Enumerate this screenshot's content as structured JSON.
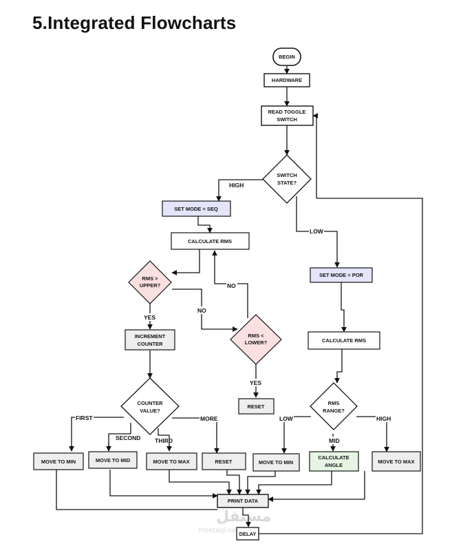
{
  "title": "5.Integrated Flowcharts",
  "colors": {
    "stroke": "#111111",
    "fill_default": "#ffffff",
    "fill_gray": "#eeeeee",
    "fill_blue": "#e4e4fa",
    "fill_pink": "#fbe0e0",
    "fill_green": "#e6f5e4",
    "watermark": "#d9d9d9"
  },
  "nodes": {
    "begin": "BEGIN",
    "hardware": "HARDWARE",
    "read_toggle": [
      "READ TOGGLE",
      "SWITCH"
    ],
    "switch_state": [
      "SWITCH",
      "STATE?"
    ],
    "set_mode_seq": "SET MODE = SEQ",
    "calc_rms_left": "CALCULATE RMS",
    "rms_upper": [
      "RMS >",
      "UPPER?"
    ],
    "increment_counter": [
      "INCREMENT",
      "COUNTER"
    ],
    "rms_lower": [
      "RMS <",
      "LOWER?"
    ],
    "reset_right": "RESET",
    "counter_value": [
      "COUNTER",
      "VALUE?"
    ],
    "move_min_left": "MOVE TO MIN",
    "move_mid_left": "MOVE TO MID",
    "move_max_left": "MOVE TO MAX",
    "reset_left": "RESET",
    "set_mode_por": "SET MODE = POR",
    "calc_rms_right": "CALCULATE RMS",
    "rms_range": [
      "RMS",
      "RANGE?"
    ],
    "move_min_right": "MOVE TO MIN",
    "calc_angle": [
      "CALCULATE",
      "ANGLE"
    ],
    "move_max_right": "MOVE TO MAX",
    "print_data": "PRINT DATA",
    "delay": "DELAY"
  },
  "edge_labels": {
    "high_top": "HIGH",
    "low_top": "LOW",
    "yes_upper": "YES",
    "no_upper": "NO",
    "no_lower": "NO",
    "yes_lower": "YES",
    "first": "FIRST",
    "second": "SECOND",
    "third": "THIRD",
    "more": "MORE",
    "low_range": "LOW",
    "mid_range": "MID",
    "high_range": "HIGH"
  },
  "watermark": {
    "arabic": "مستقل",
    "latin": "mostaql.com"
  }
}
